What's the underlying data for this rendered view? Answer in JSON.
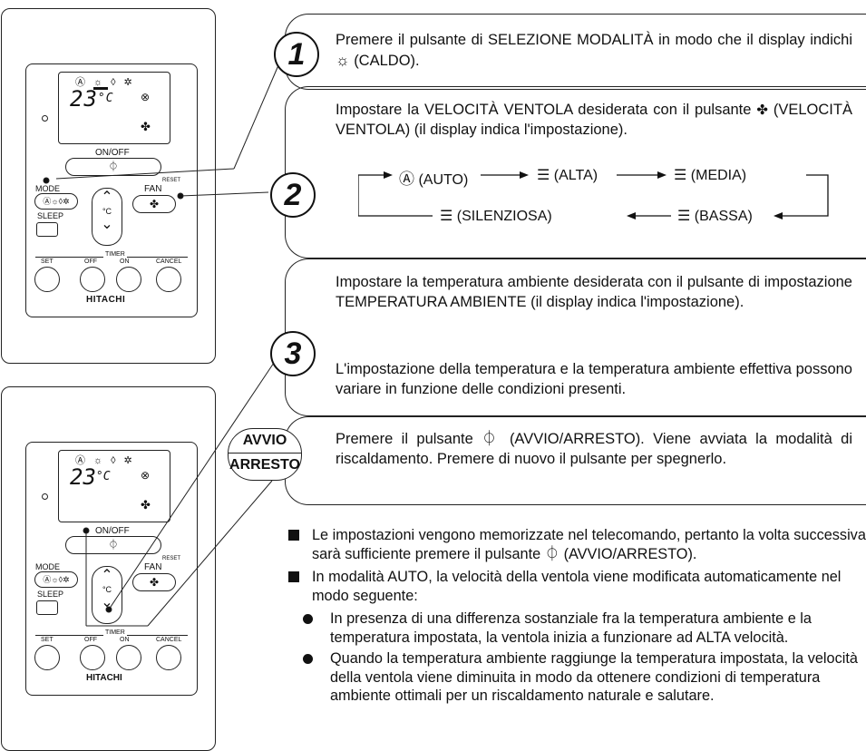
{
  "remote": {
    "on_off_label": "ON/OFF",
    "mode_label": "MODE",
    "fan_label": "FAN",
    "sleep_label": "SLEEP",
    "reset_label": "RESET",
    "timer_label": "TIMER",
    "set_label": "SET",
    "off_label": "OFF",
    "on_label": "ON",
    "cancel_label": "CANCEL",
    "brand": "HITACHI",
    "display_temp": "23",
    "display_unit": "°C",
    "cel_symbol": "°C"
  },
  "steps": [
    {
      "number": "1",
      "text_a": "Premere il pulsante di SELEZIONE MODALITÀ in modo che il display indichi",
      "text_b": "(CALDO)."
    },
    {
      "number": "2",
      "text_a": "Impostare la VELOCITÀ VENTOLA desiderata con il pulsante",
      "text_b": "(VELOCITÀ VENTOLA) (il display indica l'impostazione).",
      "cycle": {
        "auto": "(AUTO)",
        "alta": "(ALTA)",
        "media": "(MEDIA)",
        "silenziosa": "(SILENZIOSA)",
        "bassa": "(BASSA)"
      }
    },
    {
      "number": "3",
      "text_a": "Impostare la temperatura ambiente desiderata con il pulsante di impostazione TEMPERATURA AMBIENTE (il display indica l'impostazione).",
      "text_b": "L'impostazione della temperatura e la temperatura ambiente effettiva possono variare in funzione delle condizioni presenti."
    }
  ],
  "start_stop": {
    "badge_top": "AVVIO",
    "badge_bottom": "ARRESTO",
    "text_a": "Premere il pulsante",
    "text_b": "(AVVIO/ARRESTO). Viene avviata la modalità di riscaldamento. Premere di nuovo il pulsante per spegnerlo."
  },
  "notes": {
    "note1_a": "Le impostazioni vengono memorizzate nel telecomando, pertanto la volta successiva sarà sufficiente premere il pulsante",
    "note1_b": "(AVVIO/ARRESTO).",
    "note2": "In modalità AUTO, la velocità della ventola viene modificata automaticamente nel modo seguente:",
    "sub1": "In presenza di una differenza sostanziale fra la temperatura ambiente e la temperatura impostata, la ventola inizia a funzionare ad ALTA velocità.",
    "sub2": "Quando la temperatura ambiente raggiunge la temperatura impostata, la velocità della ventola viene diminuita in modo da ottenere condizioni di temperatura ambiente ottimali per un riscaldamento naturale e salutare."
  }
}
